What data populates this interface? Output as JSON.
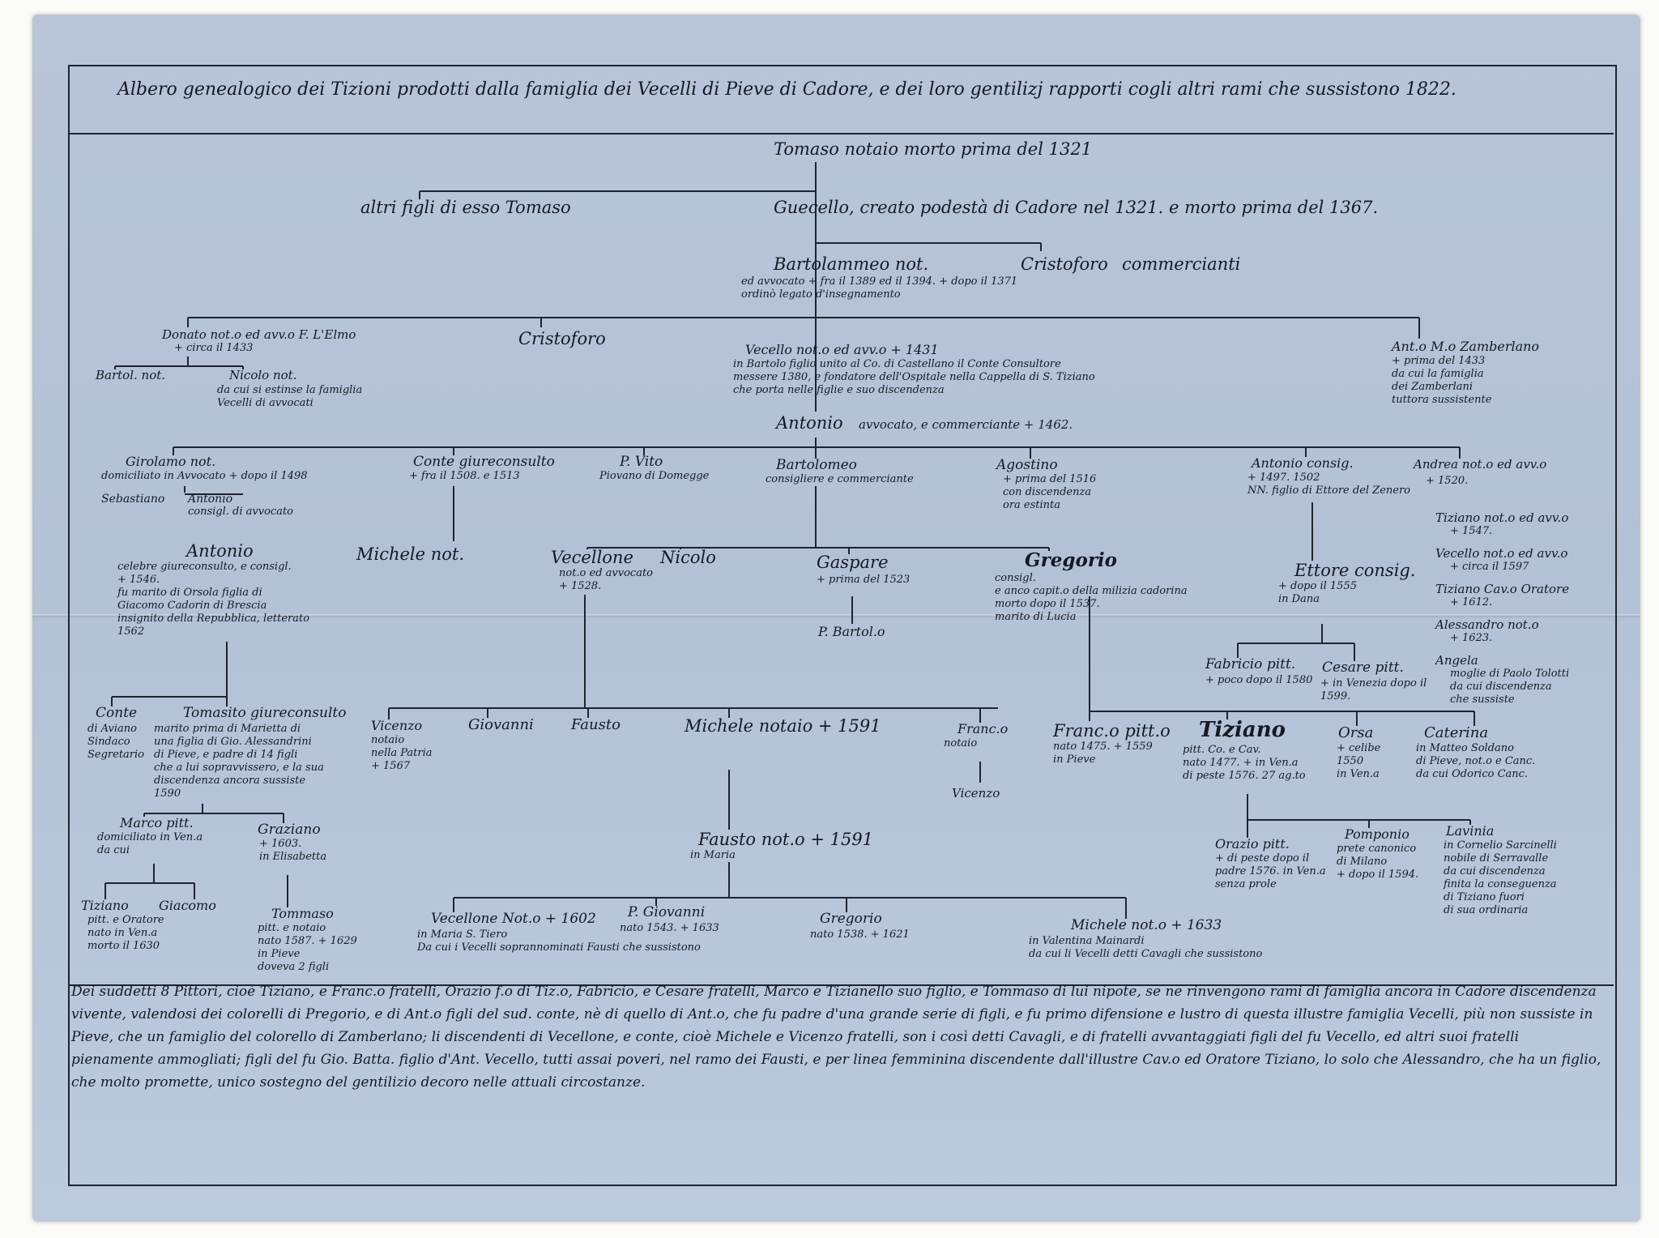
{
  "title": "Albero genealogico dei Tizioni prodotti dalla famiglia dei Vecelli di Pieve di Cadore, e dei loro gentilizj rapporti cogli altri rami che sussistono 1822.",
  "people": {
    "tomaso": {
      "name": "Tomaso notaio morto prima del 1321"
    },
    "altri_figli": {
      "name": "altri figli di esso Tomaso"
    },
    "guecello": {
      "name": "Guecello, creato podestà di Cadore nel 1321. e morto prima del 1367."
    },
    "bartolommeo": {
      "name": "Bartolammeo not.",
      "note": "ed avvocato + fra il 1389 ed il 1394. + dopo il 1371\nordinò legato d'insegnamento"
    },
    "cristoforo_comm": {
      "name": "Cristoforo",
      "note": "commercianti"
    },
    "donato": {
      "name": "Donato not.o ed avv.o F. L'Elmo",
      "note": "+ circa il 1433"
    },
    "cristoforo2": {
      "name": "Cristoforo"
    },
    "vecello": {
      "name": "Vecello not.o ed avv.o + 1431",
      "note": "in Bartolo figlio unito al Co. di Castellano il Conte Consultore\nmessere 1380, e fondatore dell'Ospitale nella Cappella di S. Tiziano\nche porta nelle figlie e suo discendenza"
    },
    "antonio_zamb": {
      "name": "Ant.o M.o Zamberlano",
      "note": "+ prima del 1433\nda cui la famiglia\ndei Zamberlani\ntuttora sussistente"
    },
    "bartol_not": {
      "name": "Bartol. not."
    },
    "nicolo_not": {
      "name": "Nicolo not.",
      "note": "da cui si estinse la famiglia\nVecelli di avvocati"
    },
    "antonio_avv": {
      "name": "Antonio",
      "note": "avvocato, e commerciante + 1462."
    },
    "girolamo": {
      "name": "Girolamo not.",
      "note": "domiciliato in Avvocato + dopo il 1498"
    },
    "sebastiano": {
      "name": "Sebastiano"
    },
    "antonio_cons": {
      "name": "Antonio",
      "note": "consigl. di avvocato"
    },
    "conte": {
      "name": "Conte giureconsulto",
      "note": "+ fra il 1508. e 1513"
    },
    "vito": {
      "name": "P. Vito",
      "note": "Piovano di Domegge"
    },
    "bartolomeo2": {
      "name": "Bartolomeo",
      "note": "consigliere e commerciante"
    },
    "agostino": {
      "name": "Agostino",
      "note": "+ prima del 1516\ncon discendenza\nora estinta"
    },
    "antonio_cons2": {
      "name": "Antonio consig.",
      "note": "+ 1497. 1502\nNN. figlio di Ettore del Zenero"
    },
    "andrea": {
      "name": "Andrea not.o ed avv.o",
      "note": "+ 1520."
    },
    "antonio_giur": {
      "name": "Antonio",
      "note": "celebre giureconsulto, e consigl.\n+ 1546.\nfu marito di Orsola figlia di\nGiacomo Cadorin di Brescia\ninsignito della Repubblica, letterato\n1562"
    },
    "michele_not": {
      "name": "Michele not."
    },
    "vecellone": {
      "name": "Vecellone",
      "note": "not.o ed avvocato\n+ 1528."
    },
    "nicolo2": {
      "name": "Nicolo"
    },
    "gaspare": {
      "name": "Gaspare",
      "note": "+ prima del 1523"
    },
    "gregorio": {
      "name": "Gregorio",
      "note": "consigl.\ne anco capit.o della milizia cadorina\nmorto dopo il 1537.\nmarito di Lucia"
    },
    "ettore": {
      "name": "Ettore consig.",
      "note": "+ dopo il 1555\nin Dana"
    },
    "tiziano_a": {
      "name": "Tiziano not.o ed avv.o",
      "note": "+ 1547."
    },
    "vecello_a": {
      "name": "Vecello not.o ed avv.o",
      "note": "+ circa il 1597"
    },
    "tiziano_b": {
      "name": "Tiziano Cav.o Oratore",
      "note": "+ 1612."
    },
    "alessandro": {
      "name": "Alessandro not.o",
      "note": "+ 1623."
    },
    "angela": {
      "name": "Angela",
      "note": "moglie di Paolo Tolotti\nda cui discendenza\nche sussiste"
    },
    "p_bartol": {
      "name": "P. Bartol.o"
    },
    "fabricio": {
      "name": "Fabricio pitt.",
      "note": "+ poco dopo il 1580"
    },
    "cesare": {
      "name": "Cesare pitt.",
      "note": "+ in Venezia dopo il\n1599."
    },
    "conte2": {
      "name": "Conte",
      "note": "di Aviano\nSindaco\nSegretario"
    },
    "tomaso_giur": {
      "name": "Tomasito giureconsulto",
      "note": "marito prima di Marietta di\nuna figlia di Gio. Alessandrini\ndi Pieve, e padre di 14 figli\nche a lui sopravvissero, e la sua\ndiscendenza ancora sussiste\n1590"
    },
    "vicenzo": {
      "name": "Vicenzo",
      "note": "notaio\nnella Patria\n+ 1567"
    },
    "giovanni": {
      "name": "Giovanni"
    },
    "fausto": {
      "name": "Fausto"
    },
    "michele_notaio": {
      "name": "Michele notaio + 1591"
    },
    "franc_notaio": {
      "name": "Franc.o",
      "note": "notaio"
    },
    "franc_pitt": {
      "name": "Franc.o pitt.o",
      "note": "nato 1475. + 1559\nin Pieve"
    },
    "tiziano": {
      "name": "Tiziano",
      "note": "pitt. Co. e Cav.\nnato 1477. + in Ven.a\ndi peste 1576. 27 ag.to"
    },
    "orsa": {
      "name": "Orsa",
      "note": "+ celibe\n1550\nin Ven.a"
    },
    "caterina": {
      "name": "Caterina",
      "note": "in Matteo Soldano\ndi Pieve, not.o e Canc.\nda cui Odorico Canc."
    },
    "vicenzo2": {
      "name": "Vicenzo"
    },
    "marco": {
      "name": "Marco pitt.",
      "note": "domiciliato in Ven.a\nda cui"
    },
    "graziano": {
      "name": "Graziano",
      "note": "+ 1603.\nin Elisabetta"
    },
    "fausto_not": {
      "name": "Fausto not.o + 1591",
      "note": "in Maria"
    },
    "orazio": {
      "name": "Orazio pitt.",
      "note": "+ di peste dopo il\npadre 1576. in Ven.a\nsenza prole"
    },
    "pomponio": {
      "name": "Pomponio",
      "note": "prete canonico\ndi Milano\n+ dopo il 1594."
    },
    "lavinia": {
      "name": "Lavinia",
      "note": "in Cornelio Sarcinelli\nnobile di Serravalle\nda cui discendenza\nfinita la conseguenza\ndi Tiziano fuori\ndi sua ordinaria"
    },
    "tiziano_g": {
      "name": "Tiziano",
      "note": "pitt. e Oratore\nnato in Ven.a\nmorto il 1630"
    },
    "giacomo": {
      "name": "Giacomo"
    },
    "tommaso": {
      "name": "Tommaso",
      "note": "pitt. e notaio\nnato 1587. + 1629\nin Pieve\ndoveva 2 figli"
    },
    "vecellone2": {
      "name": "Vecellone Not.o + 1602",
      "note": "in Maria S. Tiero\nDa cui i Vecelli soprannominati Fausti che sussistono"
    },
    "giovanni2": {
      "name": "P. Giovanni",
      "note": "nato 1543. + 1633"
    },
    "gregorio2": {
      "name": "Gregorio",
      "note": "nato 1538. + 1621"
    },
    "michele2": {
      "name": "Michele not.o + 1633",
      "note": "in Valentina Mainardi\nda cui li Vecelli detti Cavagli che sussistono"
    }
  },
  "footnote": "Dei suddetti 8 Pittori, cioè Tiziano, e Franc.o fratelli, Orazio f.o di Tiz.o, Fabricio, e Cesare fratelli, Marco e Tizianello suo figlio, e Tommaso di lui nipote, se ne rinvengono rami di famiglia ancora in Cadore discendenza vivente, valendosi dei colorelli di Pregorio, e di Ant.o figli del sud. conte, nè di quello di Ant.o, che fu padre d'una grande serie di figli, e fu primo difensione e lustro di questa illustre famiglia Vecelli, più non sussiste in Pieve, che un famiglio del colorello di Zamberlano; li discendenti di Vecellone, e conte, cioè Michele e Vicenzo fratelli, son i così detti Cavagli, e di fratelli avvantaggiati figli del fu Vecello, ed altri suoi fratelli pienamente ammogliati; figli del fu Gio. Batta. figlio d'Ant. Vecello, tutti assai poveri, nel ramo dei Fausti, e per linea femminina discendente dall'illustre Cav.o ed Oratore Tiziano, lo solo che Alessandro, che ha un figlio, che molto promette, unico sostegno del gentilizio decoro nelle attuali circostanze."
}
